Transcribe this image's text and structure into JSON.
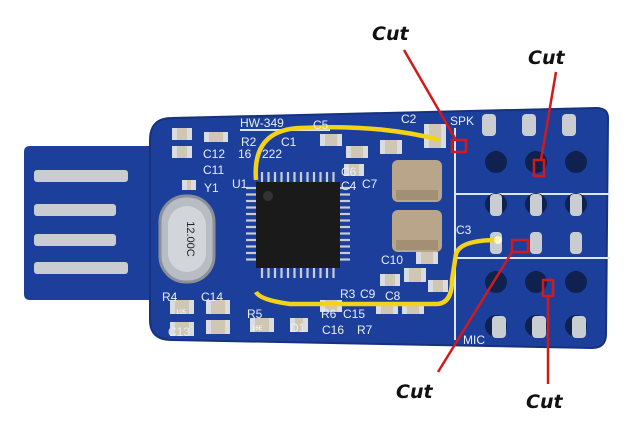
{
  "colors": {
    "board": "#1d3f9c",
    "board_edge": "#16327f",
    "wire": "#f3d21a",
    "cut_marker": "#d11a1a",
    "contact": "#c9ccd1"
  },
  "board": {
    "model": "HW-349",
    "crystal": "12.00C",
    "ic_label": "U1",
    "resistor_marking_1": "105",
    "resistor_marking_2": "16E",
    "silkscreen": {
      "r2": "R2",
      "c1": "C1",
      "c5": "C5",
      "c2": "C2",
      "spk": "SPK",
      "c12": "C12",
      "c11": "C11",
      "y1": "Y1",
      "num_16": "16",
      "num_222": "222",
      "c6": "C6",
      "c4": "C4",
      "c7": "C7",
      "c3": "C3",
      "c10": "C10",
      "r4": "R4",
      "c14": "C14",
      "r3": "R3",
      "c9": "C9",
      "c8": "C8",
      "c13": "C13",
      "r5": "R5",
      "d1": "D1",
      "r6": "R6",
      "c15": "C15",
      "c16": "C16",
      "r7": "R7",
      "mic": "MIC"
    }
  },
  "annotations": [
    {
      "label": "Cut"
    },
    {
      "label": "Cut"
    },
    {
      "label": "Cut"
    },
    {
      "label": "Cut"
    }
  ]
}
